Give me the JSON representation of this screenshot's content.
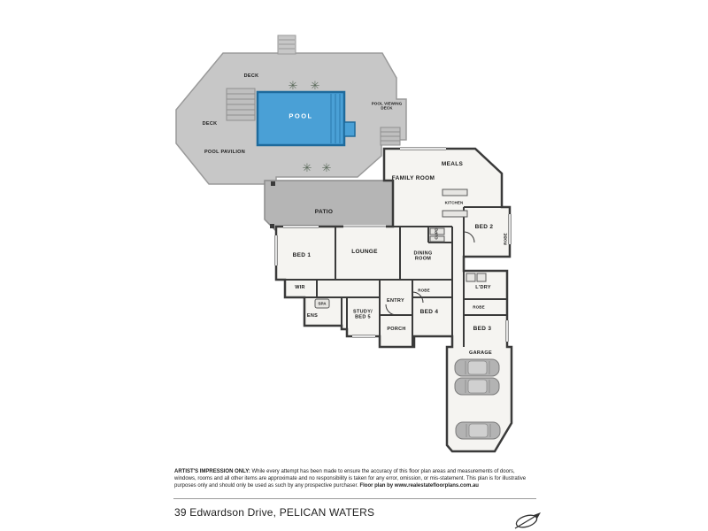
{
  "colors": {
    "pool_fill": "#4aa0d6",
    "pool_border": "#1e6a9c",
    "deck_fill": "#c7c7c7",
    "patio_fill": "#b5b5b5",
    "wall": "#3a3a3a",
    "room_fill": "#f5f4f1"
  },
  "icons": {
    "plant": "✳"
  },
  "floorplan": {
    "rooms": [
      {
        "label": "DECK"
      },
      {
        "label": "DECK"
      },
      {
        "label": "POOL"
      },
      {
        "label": "POOL VIEWING DECK"
      },
      {
        "label": "POOL PAVILION"
      },
      {
        "label": "PATIO"
      },
      {
        "label": "MEALS"
      },
      {
        "label": "FAMILY ROOM"
      },
      {
        "label": "KITCHEN"
      },
      {
        "label": "BED 2"
      },
      {
        "label": "BED 1"
      },
      {
        "label": "LOUNGE"
      },
      {
        "label": "DINING ROOM"
      },
      {
        "label": "WIR"
      },
      {
        "label": "SPA"
      },
      {
        "label": "ENS"
      },
      {
        "label": "STUDY/ BED 5"
      },
      {
        "label": "ENTRY"
      },
      {
        "label": "ROBE"
      },
      {
        "label": "BED 4"
      },
      {
        "label": "PORCH"
      },
      {
        "label": "L'DRY"
      },
      {
        "label": "ROBE"
      },
      {
        "label": "BED 3"
      },
      {
        "label": "GARAGE"
      },
      {
        "label": "CUPD"
      },
      {
        "label": "ROBE"
      }
    ]
  },
  "footer": {
    "disclaimer_title": "ARTIST'S IMPRESSION ONLY:",
    "disclaimer_body": "While every attempt has been made to ensure the accuracy of this floor plan areas and measurements of doors, windows, rooms and all other items are approximate and no responsibility is taken for any error, omission, or mis-statement. This plan is for illustrative purposes only and should only be used as such by any prospective purchaser.",
    "credit": "Floor plan by www.realestatefloorplans.com.au",
    "address": "39 Edwardson Drive, PELICAN WATERS"
  }
}
